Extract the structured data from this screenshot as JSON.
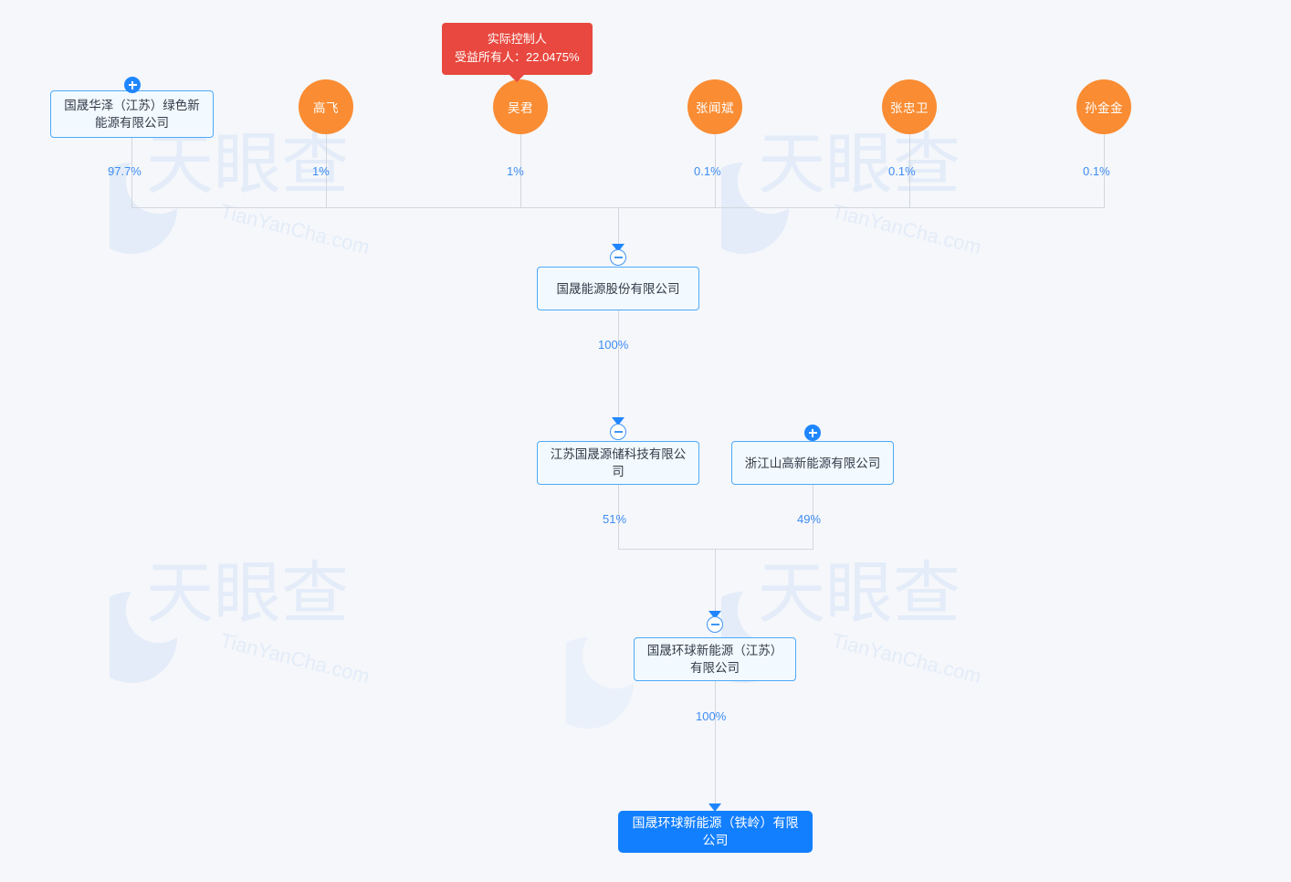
{
  "canvas": {
    "background": "#f5f7fb",
    "watermark_text_cn": "天眼查",
    "watermark_text_en": "TianYanCha.com"
  },
  "colors": {
    "node_border": "#4daaf8",
    "node_fill": "#f2f9ff",
    "primary_node": "#127fff",
    "person_circle": "#fa8c33",
    "ratio_text": "#3e8cf5",
    "line": "#d3d6dc",
    "arrow": "#1f86ff",
    "tooltip": "#e8483f"
  },
  "tooltip": {
    "title": "实际控制人",
    "detail": "受益所有人：22.0475%"
  },
  "shareholders": [
    {
      "id": "sh-guoshenghuaze",
      "type": "company",
      "label": "国晟华泽（江苏）绿色新能源有限公司",
      "ratio": "97.7%",
      "toggle": "plus"
    },
    {
      "id": "sh-gaofei",
      "type": "person",
      "label": "高飞",
      "ratio": "1%",
      "toggle": "none"
    },
    {
      "id": "sh-wujun",
      "type": "person",
      "label": "吴君",
      "ratio": "1%",
      "toggle": "none"
    },
    {
      "id": "sh-zhangwenbin",
      "type": "person",
      "label": "张闻斌",
      "ratio": "0.1%",
      "toggle": "none"
    },
    {
      "id": "sh-zhangzhongwei",
      "type": "person",
      "label": "张忠卫",
      "ratio": "0.1%",
      "toggle": "none"
    },
    {
      "id": "sh-sunjinjin",
      "type": "person",
      "label": "孙金金",
      "ratio": "0.1%",
      "toggle": "none"
    }
  ],
  "nodes": {
    "parent": {
      "label": "国晟能源股份有限公司",
      "toggle": "minus",
      "ratio_below": "100%"
    },
    "sub_left": {
      "label": "江苏国晟源储科技有限公司",
      "toggle": "minus",
      "ratio_below": "51%"
    },
    "sub_right": {
      "label": "浙江山高新能源有限公司",
      "toggle": "plus",
      "ratio_below": "49%"
    },
    "mid": {
      "label": "国晟环球新能源（江苏）有限公司",
      "toggle": "minus",
      "ratio_below": "100%"
    },
    "target": {
      "label": "国晟环球新能源（铁岭）有限公司",
      "toggle": "none",
      "ratio_below": ""
    }
  }
}
